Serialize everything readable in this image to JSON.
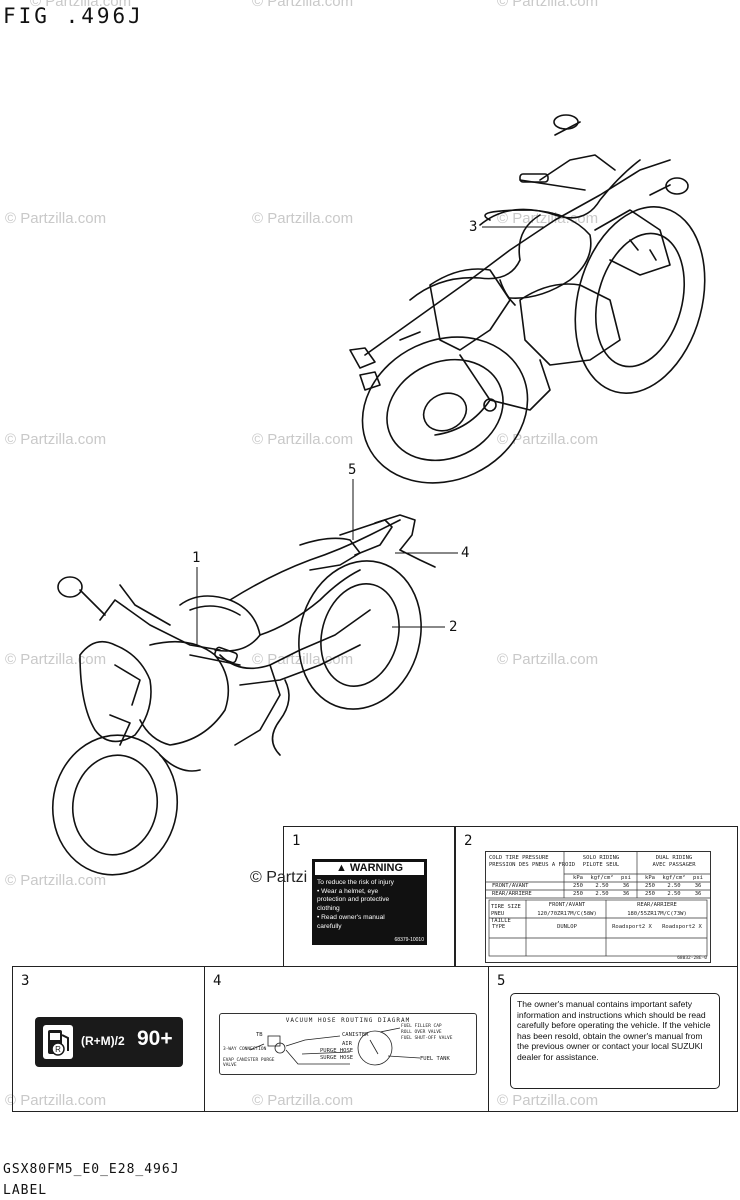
{
  "figure_title": "FIG .496J",
  "watermark": "© Partzilla.com",
  "callouts": [
    "1",
    "2",
    "3",
    "4",
    "5"
  ],
  "watermark_overlay": "© Partzi",
  "label1": {
    "number": "1",
    "heading": "WARNING",
    "lines": [
      "To reduce the risk of injury",
      "• Wear a helmet, eye",
      "protection and protective",
      "clothing",
      "• Read owner's manual",
      "carefully"
    ],
    "code": "68379-10010"
  },
  "label2": {
    "number": "2",
    "headers": [
      "COLD TIRE PRESSURE",
      "PRESSION DES PNEUS A FROID",
      "SOLO RIDING",
      "PILOTE SEUL",
      "DUAL RIDING",
      "AVEC PASSAGER"
    ],
    "units": [
      "kPa",
      "kgf/cm²",
      "psi",
      "kPa",
      "kgf/cm²",
      "psi"
    ],
    "rows": [
      {
        "label": "FRONT/AVANT",
        "values": [
          "250",
          "2.50",
          "36",
          "250",
          "2.50",
          "36"
        ]
      },
      {
        "label": "REAR/ARRIERE",
        "values": [
          "250",
          "2.50",
          "36",
          "250",
          "2.50",
          "36"
        ]
      }
    ],
    "size_label": "TIRE SIZE PNEU TAILLE",
    "front_head": "FRONT/AVANT",
    "rear_head": "REAR/ARRIERE",
    "front_size": "120/70ZR17M/C(58W)",
    "rear_size": "180/55ZR17M/C(73W)",
    "type_label": "TYPE",
    "brand": "DUNLOP",
    "front_model": "Roadsport2 X",
    "rear_model": "Roadsport2 X",
    "code": "68032-28E-0"
  },
  "label3": {
    "number": "3",
    "octane_formula": "(R+M)/2",
    "octane_value": "90+",
    "icon": "fuel-pump-icon"
  },
  "label4": {
    "number": "4",
    "title": "VACUUM HOSE ROUTING DIAGRAM",
    "parts": [
      "CANISTER",
      "AIR",
      "PURGE HOSE",
      "SURGE HOSE",
      "FUEL FILLER CAP",
      "ROLL OVER VALVE",
      "FUEL SHUT-OFF VALVE",
      "FUEL TANK",
      "3-WAY CONNECTION",
      "EVAP CANISTER PURGE VALVE",
      "TB"
    ]
  },
  "label5": {
    "number": "5",
    "text": "The owner's manual contains important safety information and instructions which should be read carefully before operating the vehicle. If the vehicle has been resold, obtain the owner's manual from the previous owner or contact your local SUZUKI dealer for assistance."
  },
  "footer": {
    "code": "GSX80FM5_E0_E28_496J",
    "label": "LABEL"
  }
}
